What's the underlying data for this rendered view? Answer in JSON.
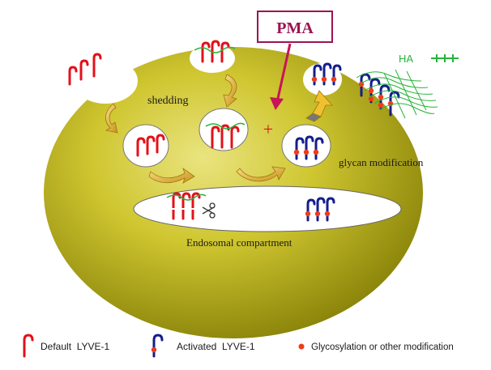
{
  "title": "PMA",
  "labels": {
    "shedding": "shedding",
    "glycan_modification": "glycan modification",
    "endosomal": "Endosomal compartment",
    "ha": "HA",
    "plus": "+"
  },
  "legend": {
    "default": "Default  LYVE-1",
    "activated": "Activated  LYVE-1",
    "glycosylation": "Glycosylation or other modification"
  },
  "colors": {
    "cell_light": "#e6e07a",
    "cell_dark": "#8f8a0c",
    "default_receptor": "#e4101a",
    "activated_receptor": "#141e8c",
    "modification_dot": "#f03a1a",
    "ha_chain": "#27b43a",
    "pma_box": "#9b1450",
    "pma_arrow": "#c8145a",
    "transport_arrow": "#e8b833"
  }
}
